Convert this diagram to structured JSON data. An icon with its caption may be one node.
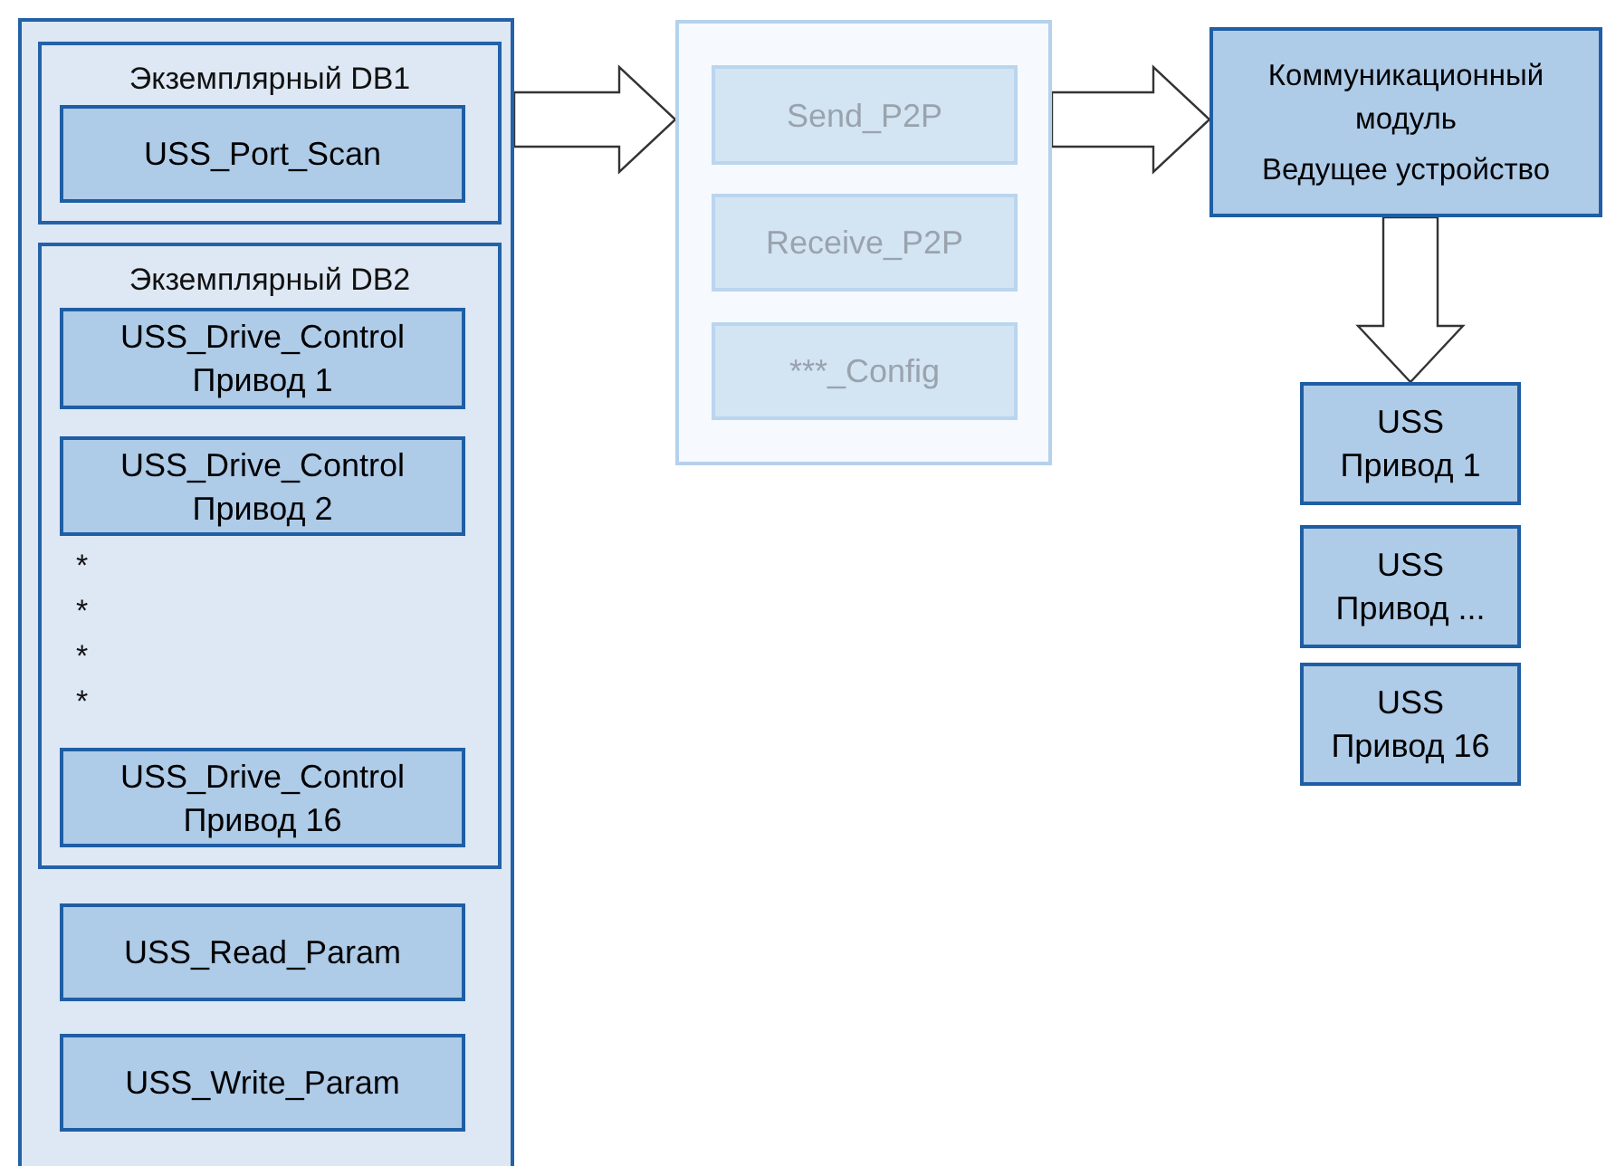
{
  "diagram": {
    "nodes": [
      {
        "text": [],
        "shape": "box"
      },
      {
        "text": [
          "Экземплярный DB1"
        ],
        "in": 0
      },
      {
        "text": [
          "USS_Port_Scan"
        ],
        "in": 1
      },
      {
        "text": [
          "Экземплярный DB2"
        ],
        "in": 0
      },
      {
        "text": [
          "USS_Drive_Control",
          "Привод 1"
        ],
        "in": 3
      },
      {
        "text": [
          "USS_Drive_Control",
          "Привод 2"
        ],
        "in": 3
      },
      {
        "text": [
          "USS_Drive_Control",
          "Привод 16"
        ],
        "in": 3
      },
      {
        "text": [
          "USS_Read_Param"
        ],
        "in": 0
      },
      {
        "text": [
          "USS_Write_Param"
        ],
        "in": 0
      },
      {
        "text": [],
        "shape": "box"
      },
      {
        "text": [
          "Send_P2P"
        ],
        "in": 9
      },
      {
        "text": [
          "Receive_P2P"
        ],
        "in": 9
      },
      {
        "text": [
          "***_Config"
        ],
        "in": 9
      },
      {
        "text": [
          "Коммуникационный модуль",
          "Ведущее устройство"
        ]
      },
      {
        "text": [
          "USS",
          "Привод 1"
        ]
      },
      {
        "text": [
          "USS",
          "Привод ..."
        ]
      },
      {
        "text": [
          "USS",
          "Привод 16"
        ]
      }
    ],
    "edges": [
      {
        "from": 0,
        "to": 9,
        "arrow": "to"
      },
      {
        "from": 9,
        "to": 13,
        "arrow": "to"
      },
      {
        "from": 13,
        "to": 14,
        "arrow": "to"
      }
    ],
    "labels": [
      "*",
      "*",
      "*",
      "*"
    ]
  }
}
